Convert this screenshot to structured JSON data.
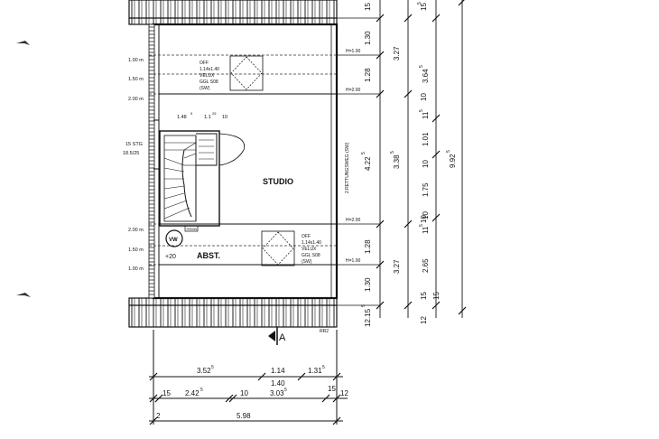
{
  "rooms": {
    "studio": "STUDIO",
    "abst": "ABST."
  },
  "stair": {
    "line1": "15 STG",
    "line2": "18.5/25",
    "dim_a": "1.48",
    "dim_a_sup": "5",
    "dim_b": "1.1",
    "dim_b_sup": "25",
    "dim_c": "10"
  },
  "left_heights": {
    "top": [
      "1.00 m",
      "1.50 m",
      "2.00 m"
    ],
    "bottom": [
      "2.00 m",
      "1.50 m",
      "1.00 m"
    ]
  },
  "skylight_top": [
    "OFF",
    "1.14x1.40",
    "VELUX",
    "GGL  S08",
    "(SW)"
  ],
  "skylight_bottom": [
    "OFF",
    "1.14x1.40",
    "VELUX",
    "GGL  S08",
    "(SW)"
  ],
  "markers": {
    "h100_top": "H=1.00",
    "h200_top": "H=2.00",
    "h200_bottom": "H=2.00",
    "h100_bottom": "H=1.00",
    "escape": "2.RETTUNGSWEG (SW)",
    "vw": "VW",
    "aux": "TRENN",
    "plus20": "+20",
    "section": "A",
    "ref": "RR2"
  },
  "dims_v1": [
    "15",
    "1.30",
    "1.28",
    "4.22",
    "1.28",
    "1.30",
    "12.15"
  ],
  "dims_v1_sup": [
    "",
    "",
    "",
    "5",
    "",
    "",
    "5"
  ],
  "dims_v2": [
    "15",
    "3.27",
    "10",
    "3.38",
    "10",
    "3.27",
    "15",
    "12"
  ],
  "dims_v2_sup": [
    "5",
    "",
    "",
    "5",
    "",
    "",
    "",
    ""
  ],
  "dims_v3": [
    "3.64",
    "11",
    "1.01",
    "10",
    "1.75",
    "10",
    "11",
    "2.65",
    "15"
  ],
  "dims_v3_sup": [
    "5",
    "5",
    "",
    "",
    "",
    "",
    "5",
    "",
    ""
  ],
  "dims_v4": [
    "9.92"
  ],
  "dims_v4_sup": [
    "5"
  ],
  "dims_h1": [
    "3.52",
    "1.14",
    "1.40",
    "1.31"
  ],
  "dims_h1_sup": [
    "5",
    "",
    "",
    "5"
  ],
  "dims_h2": [
    "15",
    "2.42",
    "10",
    "3.03",
    "15",
    "12"
  ],
  "dims_h2_sup": [
    "",
    "5",
    "",
    "5",
    "",
    ""
  ],
  "dims_h3": [
    "2",
    "5.98"
  ]
}
